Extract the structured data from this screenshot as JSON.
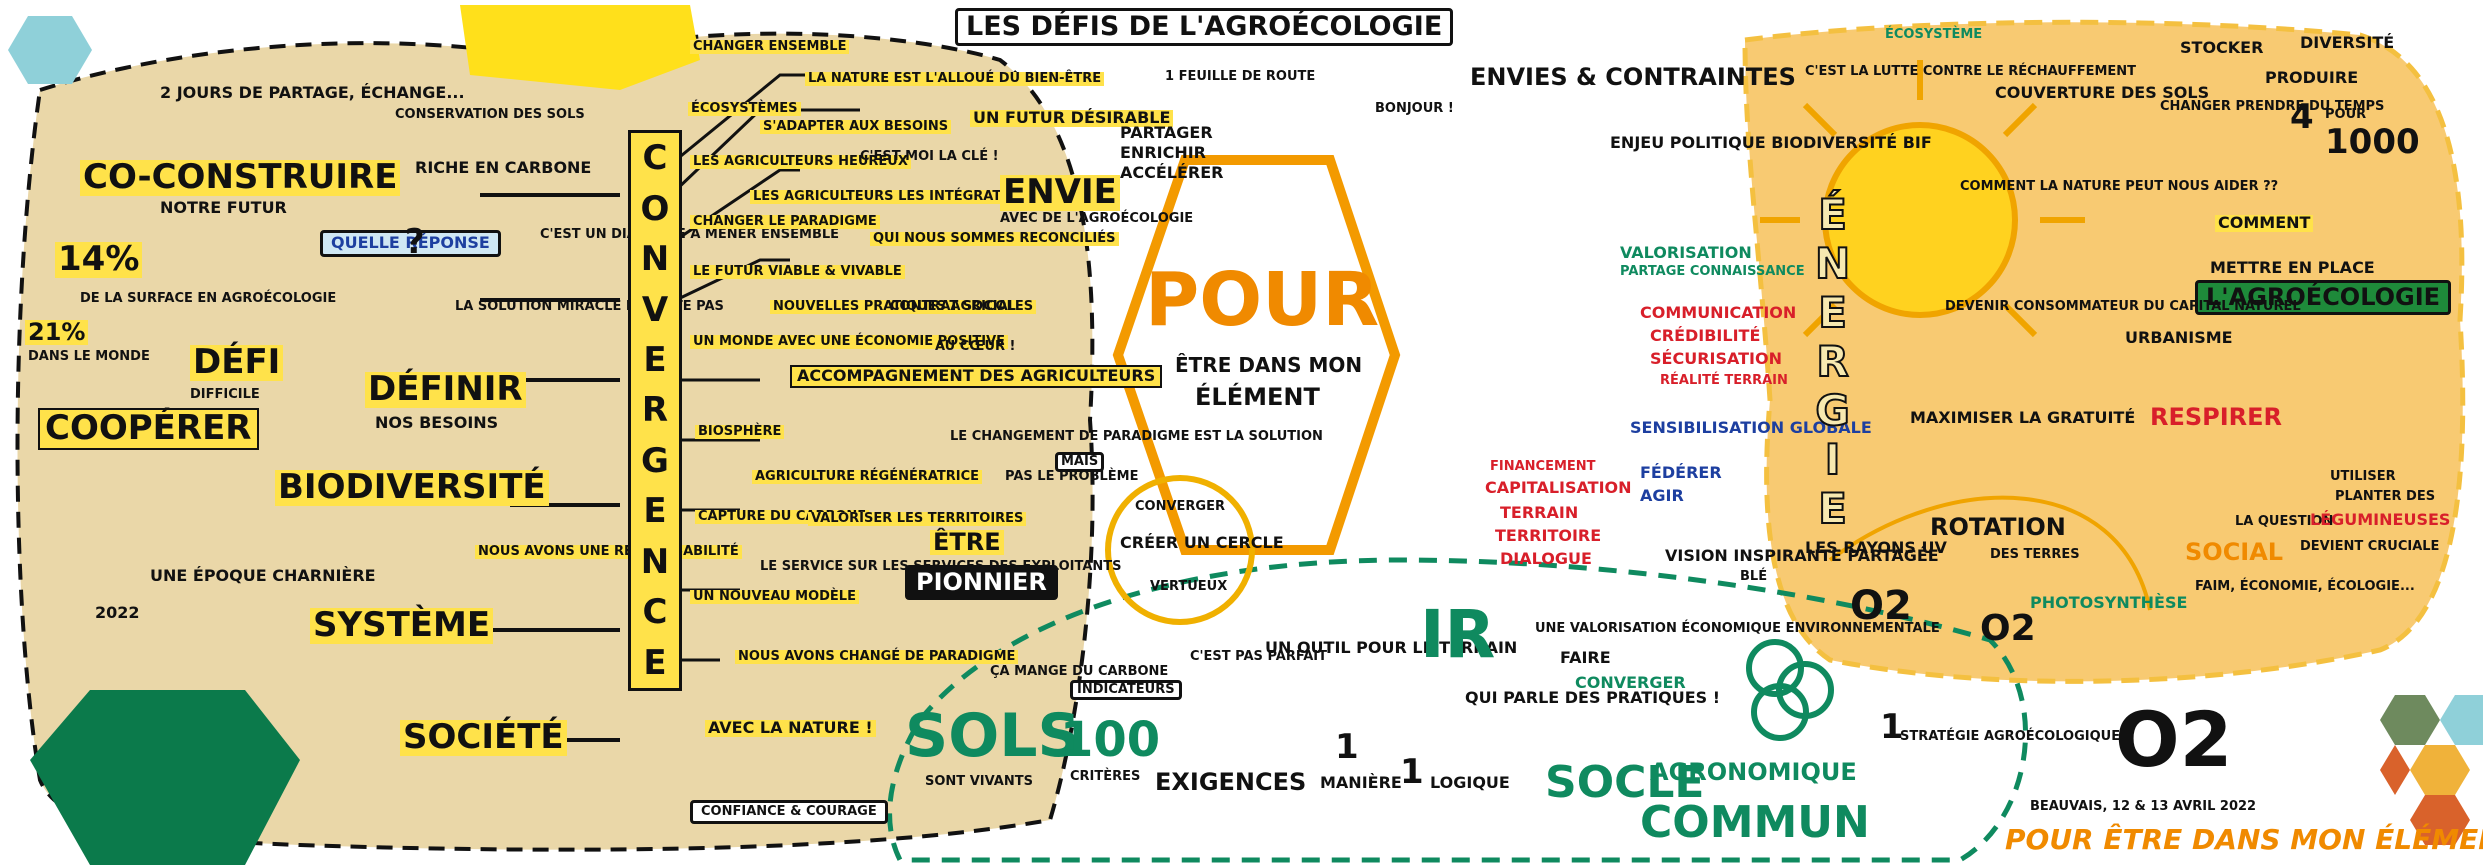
{
  "title": "LES DÉFIS DE L'AGROÉCOLOGIE",
  "colors": {
    "yellow": "#ffe24a",
    "sand": "#ead7a8",
    "orange": "#f7c15a",
    "green": "#0f8a5f",
    "red": "#d81f2a",
    "blue": "#1d3fa0",
    "teal": "#5fb7c4"
  },
  "left": {
    "intro": "2 JOURS DE PARTAGE, ÉCHANGE...",
    "coconstruire": "CO-CONSTRUIRE",
    "notre_futur": "NOTRE FUTUR",
    "pct14": "14%",
    "pct14_note": "DE LA SURFACE EN AGROÉCOLOGIE",
    "pct21": "21%",
    "pct21_note": "DANS LE MONDE",
    "defi": "DÉFI",
    "difficile": "DIFFICILE",
    "cooperer": "COOPÉRER",
    "definir": "DÉFINIR",
    "nos_besoins": "NOS BESOINS",
    "biodiversite": "BIODIVERSITÉ",
    "epoque": "UNE ÉPOQUE CHARNIÈRE",
    "year": "2022",
    "systeme": "SYSTÈME",
    "societe": "SOCIÉTÉ",
    "conservation": "CONSERVATION DES SOLS",
    "riche": "RICHE EN CARBONE",
    "quelle": "QUELLE RÉPONSE",
    "qmark": "?",
    "solution_miracle": "LA SOLUTION MIRACLE N'EXISTE PAS",
    "dialogue": "C'EST UN DIALOGUE À MENER ENSEMBLE",
    "responsabilite": "NOUS AVONS UNE RESPONSABILITÉ"
  },
  "convergence": {
    "letters": [
      "C",
      "O",
      "N",
      "V",
      "E",
      "R",
      "G",
      "E",
      "N",
      "C",
      "E"
    ]
  },
  "branches": {
    "b1": "CHANGER ENSEMBLE",
    "b2": "LA NATURE EST L'ALLOUÉ DU BIEN-ÊTRE",
    "b3": "ÉCOSYSTÈMES",
    "b4": "S'ADAPTER AUX BESOINS",
    "b5": "LES AGRICULTEURS HEUREUX",
    "b6": "LES AGRICULTEURS LES INTÉGRATIONS",
    "b7": "C'EST MOI LA CLÉ !",
    "b8": "CHANGER LE PARADIGME",
    "b9": "LE FUTUR VIABLE & VIVABLE",
    "b10": "QUI NOUS SOMMES RECONCILIÉS",
    "b11": "NOUVELLES PRATIQUES AGRICOLES",
    "b12": "UN MONDE AVEC UNE ÉCONOMIE POSITIVE",
    "b13": "CONTRAT SOCIAL",
    "accompagnement": "ACCOMPAGNEMENT DES AGRICULTEURS",
    "au_coeur": "AU CŒUR !",
    "biosphere": "BIOSPHÈRE",
    "agri_regen": "AGRICULTURE RÉGÉNÉRATRICE",
    "capture": "CAPTURE DU CARBONE",
    "valoriser": "VALORISER LES TERRITOIRES",
    "services": "LE SERVICE SUR LES SERVICES DES EXPLOITANTS",
    "nouveau_modele": "UN NOUVEAU MODÈLE",
    "paradigme": "NOUS AVONS CHANGÉ DE PARADIGME",
    "avec_nature": "AVEC LA NATURE !",
    "confiance": "CONFIANCE & COURAGE"
  },
  "center": {
    "futur": "UN FUTUR DÉSIRABLE",
    "envie": "ENVIE",
    "envie_sub": "AVEC DE L'AGROÉCOLOGIE",
    "feuille": "1 FEUILLE DE ROUTE",
    "partager": "PARTAGER",
    "enrichir": "ENRICHIR",
    "accelerer": "ACCÉLÉRER",
    "pour": "POUR",
    "pour_sub1": "ÊTRE DANS MON",
    "pour_sub2": "ÉLÉMENT",
    "changement": "LE CHANGEMENT DE PARADIGME EST LA SOLUTION",
    "mais": "MAIS",
    "pas_probleme": "PAS LE PROBLÈME",
    "etre": "ÊTRE",
    "pionnier": "PIONNIER",
    "converger": "CONVERGER",
    "creer": "CRÉER UN CERCLE",
    "vertueux": "VERTUEUX"
  },
  "envies": {
    "title": "ENVIES & CONTRAINTES",
    "bonjour": "BONJOUR !",
    "enjeu": "ENJEU POLITIQUE BIODIVERSITÉ BIF",
    "valorisation": "VALORISATION",
    "valorisation_sub": "PARTAGE CONNAISSANCE",
    "communication": "COMMUNICATION",
    "credibilite": "CRÉDIBILITÉ",
    "securisation": "SÉCURISATION",
    "realite": "RÉALITÉ TERRAIN",
    "financement": "FINANCEMENT",
    "capitalisation": "CAPITALISATION",
    "terrain": "TERRAIN",
    "territoire": "TERRITOIRE",
    "dialogue": "DIALOGUE",
    "sensibilisation": "SENSIBILISATION GLOBALE",
    "federer": "FÉDÉRER",
    "agir": "AGIR",
    "vision": "VISION INSPIRANTE PARTAGÉE"
  },
  "bottom": {
    "sols": "SOLS",
    "sols_sub": "SONT VIVANTS",
    "mange": "ÇA MANGE DU CARBONE",
    "indicateurs": "INDICATEURS",
    "n100": "100",
    "criteres": "CRITÈRES",
    "exigences": "EXIGENCES",
    "maniere": "MANIÈRE",
    "n1a": "1",
    "logique": "LOGIQUE",
    "n1b": "1",
    "socle": "SOCLE",
    "commun": "COMMUN",
    "agronomique": "AGRONOMIQUE",
    "outil": "UN OUTIL POUR LE TERRAIN",
    "parfait": "C'EST PAS PARFAIT",
    "ir": "IR",
    "qui_parle": "QUI PARLE DES PRATIQUES !",
    "valorisation": "UNE VALORISATION ÉCONOMIQUE ENVIRONNEMENTALE",
    "faire": "FAIRE",
    "converger": "CONVERGER",
    "strategie": "STRATÉGIE AGROÉCOLOGIQUE",
    "n1c": "1",
    "ble": "BLÉ"
  },
  "right": {
    "ecosysteme": "ÉCOSYSTÈME",
    "lutte": "C'EST LA LUTTE CONTRE LE RÉCHAUFFEMENT",
    "couverture": "COUVERTURE DES SOLS",
    "stocker": "STOCKER",
    "produire": "PRODUIRE",
    "diversite": "DIVERSITÉ",
    "changer_temps": "CHANGER PRENDRE DU TEMPS",
    "n4": "4",
    "pour": "POUR",
    "n1000": "1000",
    "comment_nature": "COMMENT LA NATURE PEUT NOUS AIDER ??",
    "comment": "COMMENT",
    "mettre": "METTRE EN PLACE",
    "agroecologie": "L'AGROÉCOLOGIE",
    "consommateur": "DEVENIR CONSOMMATEUR DU CAPITAL NATUREL",
    "energie": [
      "É",
      "N",
      "E",
      "R",
      "G",
      "I",
      "E"
    ],
    "maximiser": "MAXIMISER LA GRATUITÉ",
    "urbanisme": "URBANISME",
    "respirer": "RESPIRER",
    "rotation": "ROTATION",
    "des_terres": "DES TERRES",
    "rayons": "LES RAYONS UV",
    "photosynthese": "PHOTOSYNTHÈSE",
    "la_question": "LA QUESTION",
    "social": "SOCIAL",
    "devient": "DEVIENT CRUCIALE",
    "faim": "FAIM, ÉCONOMIE, ÉCOLOGIE...",
    "utiliser": "UTILISER",
    "planter": "PLANTER DES",
    "legumineuses": "LÉGUMINEUSES",
    "o2": "O2"
  },
  "footer": {
    "event": "BEAUVAIS, 12 & 13 AVRIL 2022",
    "tagline": "POUR ÊTRE DANS MON ÉLÉMENT..."
  }
}
